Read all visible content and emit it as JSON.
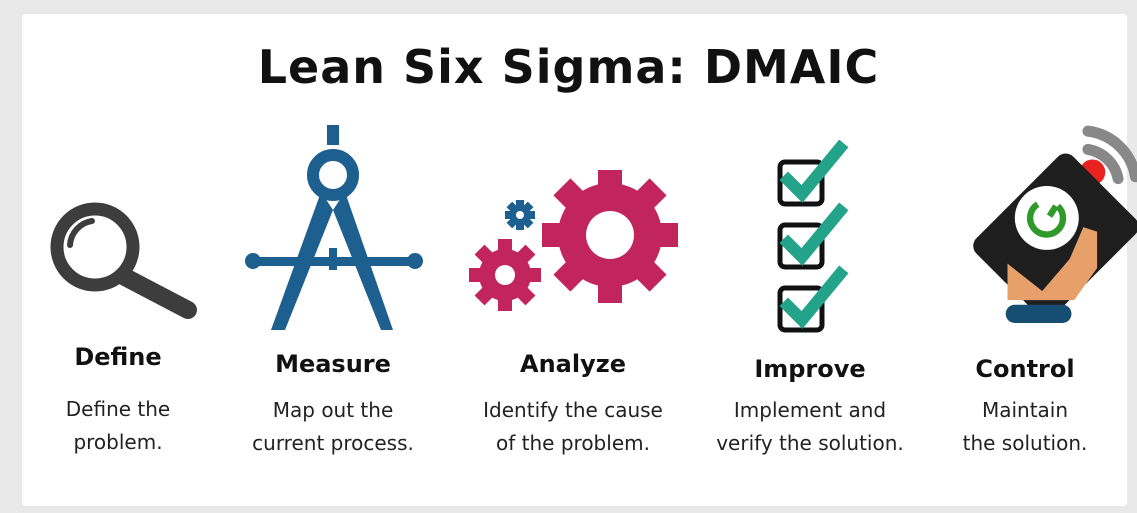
{
  "title": "Lean Six Sigma:  DMAIC",
  "steps": [
    {
      "label": "Define",
      "desc1": "Define the",
      "desc2": "problem.",
      "icon": "magnifying-glass-icon"
    },
    {
      "label": "Measure",
      "desc1": "Map out the",
      "desc2": "current process.",
      "icon": "compass-icon"
    },
    {
      "label": "Analyze",
      "desc1": "Identify the cause",
      "desc2": "of the problem.",
      "icon": "gears-icon"
    },
    {
      "label": "Improve",
      "desc1": "Implement and",
      "desc2": "verify the solution.",
      "icon": "checklist-icon"
    },
    {
      "label": "Control",
      "desc1": "Maintain",
      "desc2": "the solution.",
      "icon": "remote-control-hand-icon"
    }
  ],
  "colors": {
    "define": "#3d3d3d",
    "measure": "#1d5f8f",
    "analyze": "#c2255c",
    "improve": "#22a38a",
    "control_hand": "#e8a06a",
    "control_power": "#2f9a2a"
  }
}
